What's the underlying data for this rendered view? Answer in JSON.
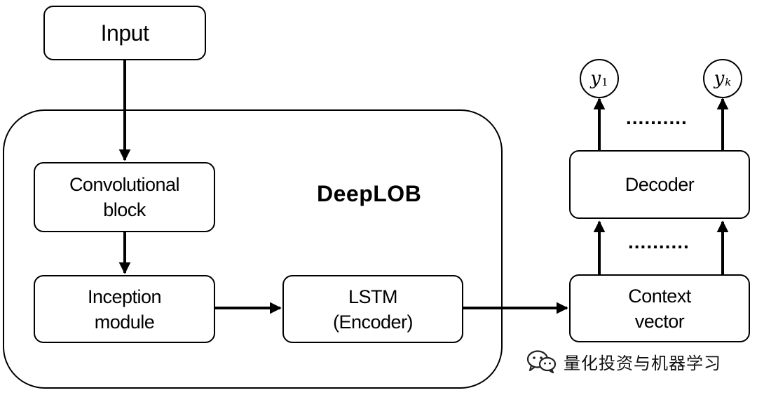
{
  "nodes": {
    "input": "Input",
    "convolutional": [
      "Convolutional",
      "block"
    ],
    "inception": [
      "Inception",
      "module"
    ],
    "lstm": [
      "LSTM",
      "(Encoder)"
    ],
    "context": [
      "Context",
      "vector"
    ],
    "decoder": "Decoder"
  },
  "group_title": "DeepLOB",
  "outputs": {
    "y1": {
      "base": "y",
      "sub": "1"
    },
    "yk": {
      "base": "y",
      "sub": "k"
    }
  },
  "ellipsis": "..........",
  "watermark": {
    "icon": "wechat-icon",
    "text": "量化投资与机器学习"
  },
  "colors": {
    "stroke": "#000000",
    "background": "#ffffff"
  }
}
